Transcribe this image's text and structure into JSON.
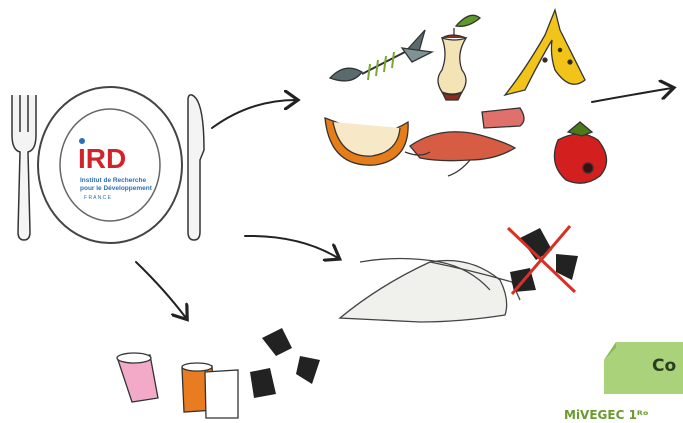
{
  "logo": {
    "text_top": "IRD",
    "text_lines": [
      "Institut de Recherche",
      "pour le Développement",
      "F R A N C E"
    ]
  },
  "label_box": {
    "text": "Co",
    "color": "#a9d27a"
  },
  "footer": {
    "text": "MiVEGEC 1ᴿᵒ"
  },
  "icons": [
    "fork-icon",
    "plate-icon",
    "knife-icon",
    "fish-bone-icon",
    "apple-core-icon",
    "banana-peel-icon",
    "melon-rind-icon",
    "shrimp-icon",
    "rotten-tomato-icon",
    "paper-napkin-icon",
    "no-recycle-icon",
    "yogurt-cups-icon",
    "recycle-icon"
  ]
}
